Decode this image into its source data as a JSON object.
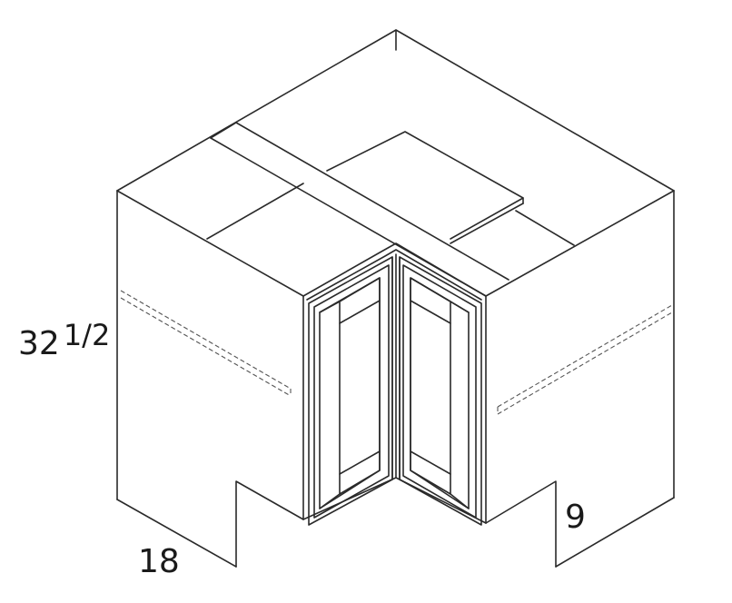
{
  "dimensions": {
    "height_whole": "32",
    "height_fraction": "1/2",
    "left_depth": "18",
    "right_depth": "9"
  }
}
